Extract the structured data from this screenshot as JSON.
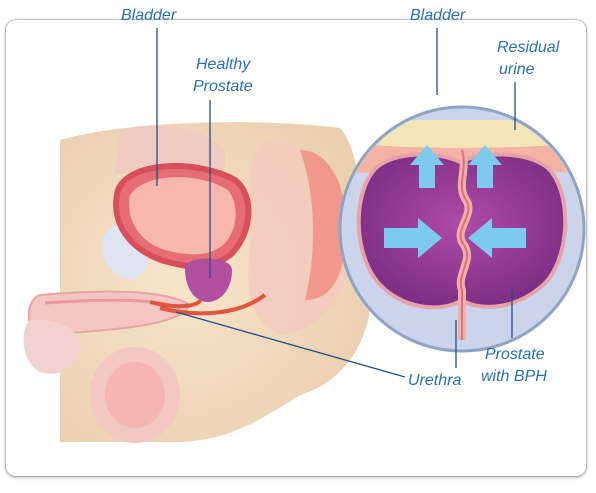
{
  "labels": {
    "bladder_left": "Bladder",
    "healthy_prostate_line1": "Healthy",
    "healthy_prostate_line2": "Prostate",
    "bladder_right": "Bladder",
    "residual_urine_line1": "Residual",
    "residual_urine_line2": "urine",
    "urethra": "Urethra",
    "prostate_bph_line1": "Prostate",
    "prostate_bph_line2": "with BPH"
  },
  "colors": {
    "label_text": "#2b6fb3",
    "leader_line": "#1f4f8a",
    "bladder": "#e9727a",
    "healthy_prostate": "#b24fa0",
    "bph_prostate": "#8e3b93",
    "arrow": "#7ccbee",
    "skin": "#f1d9bc"
  }
}
